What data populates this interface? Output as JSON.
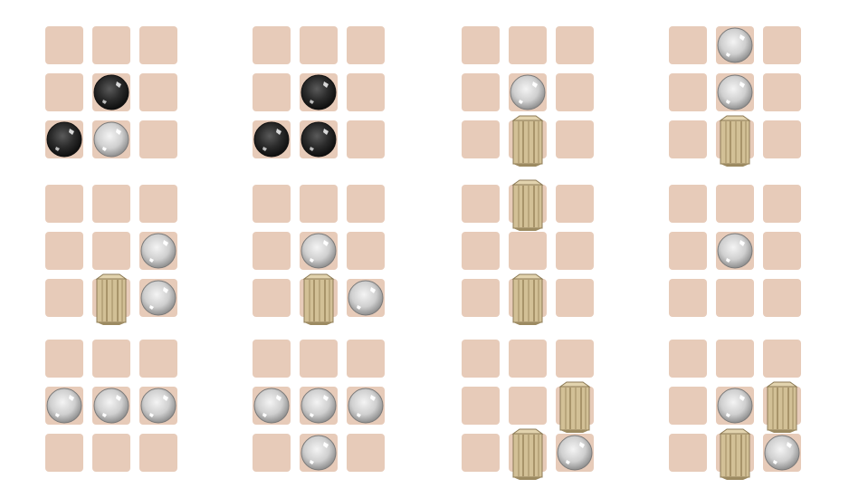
{
  "pieces": {
    "black": "black-ball-icon",
    "white": "white-ball-icon",
    "pillar": "wooden-pillar-icon"
  },
  "colors": {
    "cell": "#e7cbb9",
    "black_ball": "#2b2b2b",
    "white_ball": "#cfcfcf",
    "pillar": "#d2c096"
  },
  "panels": [
    {
      "grid": [
        [
          null,
          null,
          null
        ],
        [
          null,
          "black",
          null
        ],
        [
          "black",
          "white",
          null
        ]
      ]
    },
    {
      "grid": [
        [
          null,
          null,
          null
        ],
        [
          null,
          "black",
          null
        ],
        [
          "black",
          "black",
          null
        ]
      ]
    },
    {
      "grid": [
        [
          null,
          null,
          null
        ],
        [
          null,
          "white",
          null
        ],
        [
          null,
          "pillar",
          null
        ]
      ]
    },
    {
      "grid": [
        [
          null,
          "white",
          null
        ],
        [
          null,
          "white",
          null
        ],
        [
          null,
          "pillar",
          null
        ]
      ]
    },
    {
      "grid": [
        [
          null,
          null,
          null
        ],
        [
          null,
          null,
          "white"
        ],
        [
          null,
          "pillar",
          "white"
        ]
      ]
    },
    {
      "grid": [
        [
          null,
          null,
          null
        ],
        [
          null,
          "white",
          null
        ],
        [
          null,
          "pillar",
          "white"
        ]
      ]
    },
    {
      "grid": [
        [
          null,
          "pillar",
          null
        ],
        [
          null,
          null,
          null
        ],
        [
          null,
          "pillar",
          null
        ]
      ]
    },
    {
      "grid": [
        [
          null,
          null,
          null
        ],
        [
          null,
          "white",
          null
        ],
        [
          null,
          null,
          null
        ]
      ]
    },
    {
      "grid": [
        [
          null,
          null,
          null
        ],
        [
          "white",
          "white",
          "white"
        ],
        [
          null,
          null,
          null
        ]
      ]
    },
    {
      "grid": [
        [
          null,
          null,
          null
        ],
        [
          "white",
          "white",
          "white"
        ],
        [
          null,
          "white",
          null
        ]
      ]
    },
    {
      "grid": [
        [
          null,
          null,
          null
        ],
        [
          null,
          null,
          "pillar"
        ],
        [
          null,
          "pillar",
          "white"
        ]
      ]
    },
    {
      "grid": [
        [
          null,
          null,
          null
        ],
        [
          null,
          "white",
          "pillar"
        ],
        [
          null,
          "pillar",
          "white"
        ]
      ]
    }
  ]
}
